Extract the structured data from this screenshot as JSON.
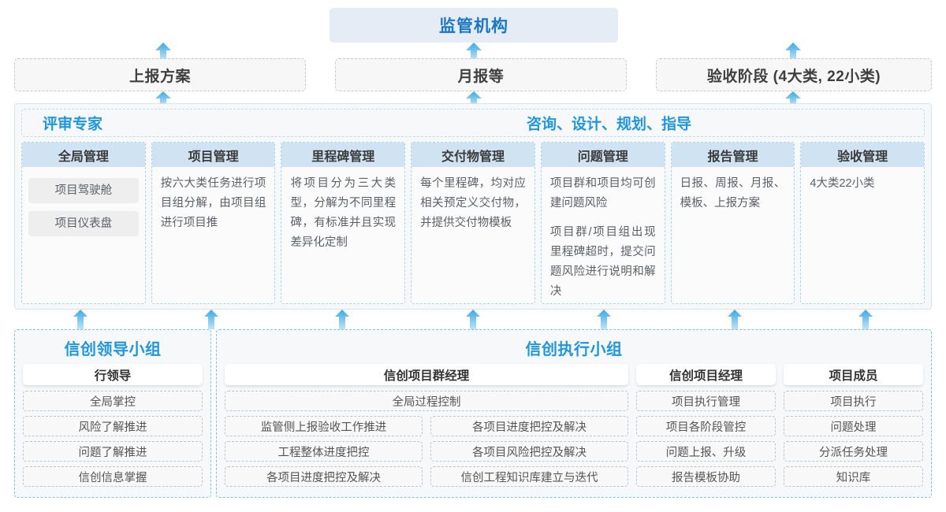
{
  "top": {
    "regulator": "监管机构",
    "deliverables": [
      "上报方案",
      "月报等",
      "验收阶段 (4大类, 22小类)"
    ]
  },
  "expert_panel": {
    "label_left": "评审专家",
    "label_center": "咨询、设计、规划、指导",
    "columns": [
      {
        "title": "全局管理",
        "type": "pills",
        "items": [
          "项目驾驶舱",
          "项目仪表盘"
        ]
      },
      {
        "title": "项目管理",
        "type": "text",
        "paragraphs": [
          "按六大类任务进行项目组分解，由项目组进行项目推"
        ]
      },
      {
        "title": "里程碑管理",
        "type": "text",
        "paragraphs": [
          "将项目分为三大类型，分解为不同里程碑，有标准并且实现差异化定制"
        ]
      },
      {
        "title": "交付物管理",
        "type": "text",
        "paragraphs": [
          "每个里程碑，均对应相关预定义交付物，并提供交付物模板"
        ]
      },
      {
        "title": "问题管理",
        "type": "text",
        "paragraphs": [
          "项目群和项目均可创建问题风险",
          "项目群/项目组出现里程碑超时，提交问题风险进行说明和解决"
        ]
      },
      {
        "title": "报告管理",
        "type": "text",
        "paragraphs": [
          "日报、周报、月报、模板、上报方案"
        ]
      },
      {
        "title": "验收管理",
        "type": "text",
        "paragraphs": [
          "4大类22小类"
        ]
      }
    ]
  },
  "leading_group": {
    "title": "信创领导小组",
    "role": "行领导",
    "tasks": [
      "全局掌控",
      "风险了解推进",
      "问题了解推进",
      "信创信息掌握"
    ]
  },
  "exec_group": {
    "title": "信创执行小组",
    "program_manager": {
      "role": "信创项目群经理",
      "wide_task": "全局过程控制",
      "left_tasks": [
        "监管侧上报验收工作推进",
        "工程整体进度把控",
        "各项目进度把控及解决"
      ],
      "right_tasks": [
        "各项目进度把控及解决",
        "各项目风险把控及解决",
        "信创工程知识库建立与迭代"
      ]
    },
    "project_manager": {
      "role": "信创项目经理",
      "tasks": [
        "项目执行管理",
        "项目各阶段管控",
        "问题上报、升级",
        "报告模板协助"
      ]
    },
    "project_member": {
      "role": "项目成员",
      "tasks": [
        "项目执行",
        "问题处理",
        "分派任务处理",
        "知识库"
      ]
    }
  },
  "icons": {
    "arrow_up": "arrow-up-icon"
  },
  "colors": {
    "accent_blue": "#2196dd",
    "regulator_bg": "#e6ecf5",
    "regulator_text": "#1b77c4",
    "col_header_bg": "#cfe3f2",
    "panel_border": "#7ec2ea",
    "arrow": "#3aa6e0"
  }
}
